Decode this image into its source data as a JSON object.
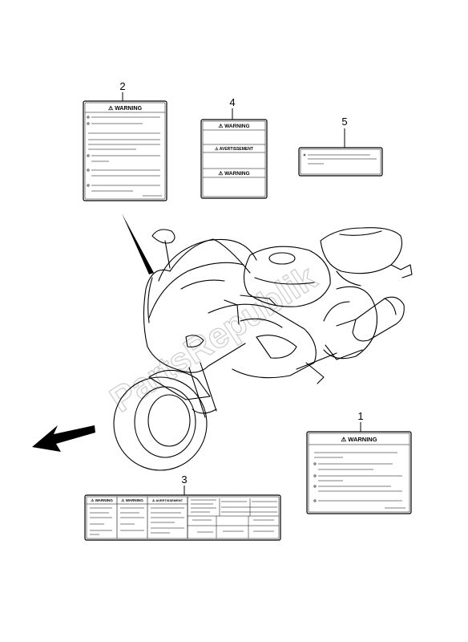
{
  "watermark": "PartsRepublik",
  "callouts": [
    {
      "number": "1"
    },
    {
      "number": "2"
    },
    {
      "number": "3"
    },
    {
      "number": "4"
    },
    {
      "number": "5"
    }
  ],
  "labels": {
    "label1": {
      "header": "⚠ WARNING"
    },
    "label2": {
      "header": "⚠ WARNING"
    },
    "label3": {
      "header_a": "⚠ WARNING",
      "header_b": "⚠ WARNING",
      "header_c": "⚠ AVERTISSEMENT"
    },
    "label4": {
      "header_a": "⚠ WARNING",
      "header_b": "⚠ AVERTISSEMENT",
      "header_c": "⚠ WARNING"
    }
  },
  "colors": {
    "line": "#000000",
    "watermark": "#cfcfcf"
  },
  "icons": {
    "direction_arrow": "arrow-left-down-icon"
  }
}
